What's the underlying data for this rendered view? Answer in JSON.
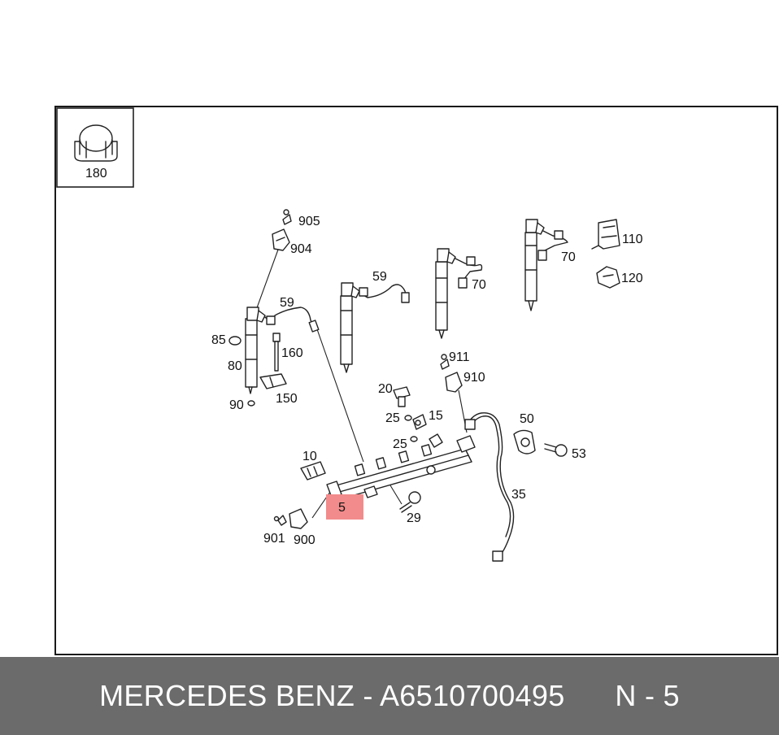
{
  "diagram": {
    "inset_label": "180",
    "labels": {
      "p905": "905",
      "p904": "904",
      "p59a": "59",
      "p59b": "59",
      "p70a": "70",
      "p70b": "70",
      "p110": "110",
      "p120": "120",
      "p85": "85",
      "p80": "80",
      "p160": "160",
      "p90": "90",
      "p150": "150",
      "p911": "911",
      "p910": "910",
      "p20": "20",
      "p25a": "25",
      "p15": "15",
      "p25b": "25",
      "p50": "50",
      "p53": "53",
      "p10": "10",
      "p35": "35",
      "p5": "5",
      "p29": "29",
      "p901": "901",
      "p900": "900"
    },
    "highlight_color": "#f28b8b"
  },
  "caption": {
    "brand": "MERCEDES BENZ",
    "separator": " - ",
    "part_number": "A6510700495",
    "position": "N - 5"
  }
}
